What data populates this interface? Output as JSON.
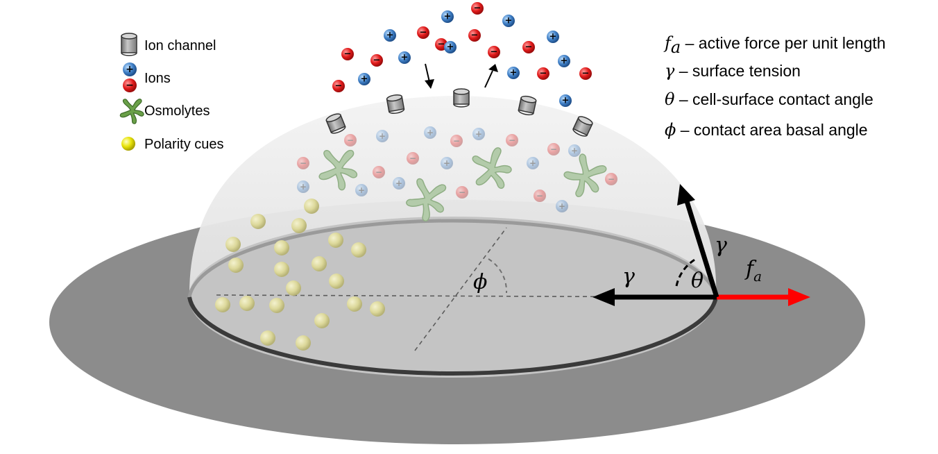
{
  "legend": {
    "ion_channel": "Ion channel",
    "ions": "Ions",
    "osmolytes": "Osmolytes",
    "polarity_cues": "Polarity cues"
  },
  "definitions": [
    {
      "symbol": "f",
      "subscript": "a",
      "text": " – active force per unit length"
    },
    {
      "symbol": "γ",
      "subscript": "",
      "text": " – surface tension"
    },
    {
      "symbol": "θ",
      "subscript": "",
      "text": " – cell-surface contact angle"
    },
    {
      "symbol": "ϕ",
      "subscript": "",
      "text": " – contact area basal angle"
    }
  ],
  "labels": {
    "phi": "ϕ",
    "theta": "θ",
    "gamma_horizontal": "γ",
    "gamma_tangent": "γ",
    "f": "f",
    "f_sub": "a"
  },
  "signs": {
    "plus": "+",
    "minus": "−"
  },
  "colors": {
    "positive_ion": "#3f7fc6",
    "negative_ion": "#e01a1a",
    "force_arrow": "#ff0000",
    "tension_arrow": "#000000",
    "substrate": "#8c8c8c",
    "contact_area": "#c4c4c4",
    "osmolyte": "#6aa048",
    "polarity_cue": "#e4e000"
  },
  "icons": [
    "ion-channel-icon",
    "positive-ion-icon",
    "negative-ion-icon",
    "osmolyte-icon",
    "polarity-cue-icon"
  ]
}
